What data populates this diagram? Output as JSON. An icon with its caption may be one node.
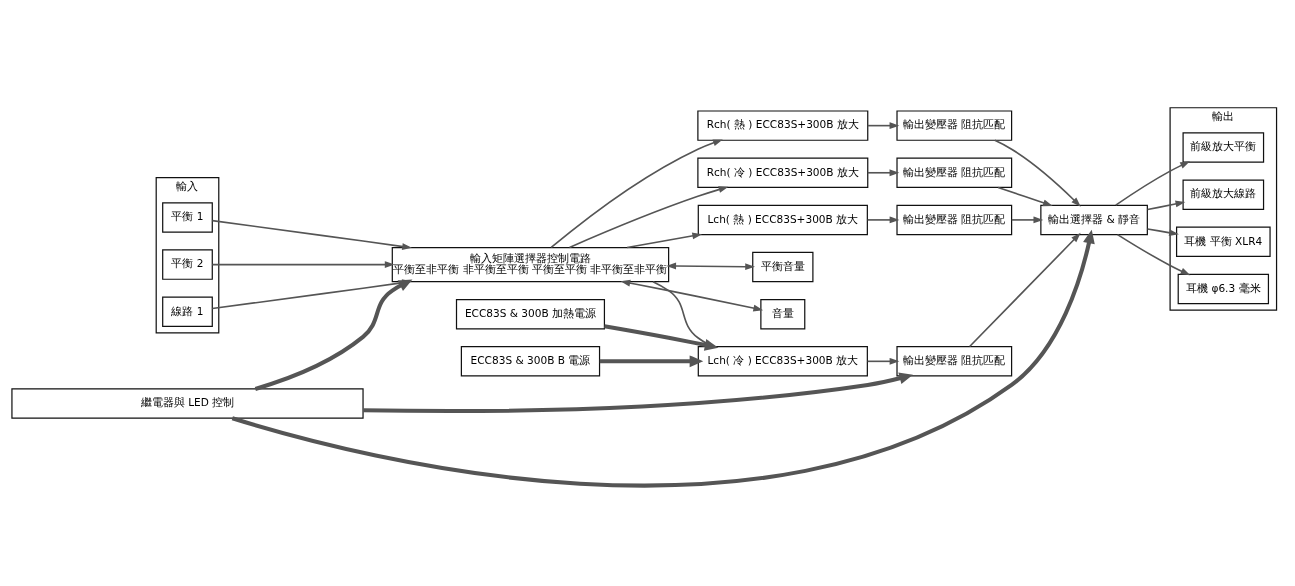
{
  "diagram": {
    "nodes": [
      {
        "text": [
          "輸入"
        ]
      },
      {
        "text": [
          "平衡 1"
        ],
        "in": 0
      },
      {
        "text": [
          "平衡 2"
        ],
        "in": 0
      },
      {
        "text": [
          "線路 1"
        ],
        "in": 0
      },
      {
        "text": [
          "輸入矩陣選擇器控制電路",
          "平衡至非平衡 非平衡至平衡 平衡至平衡 非平衡至非平衡"
        ]
      },
      {
        "text": [
          "Rch( 熱 ) ECC83S+300B 放大"
        ]
      },
      {
        "text": [
          "Rch( 冷 ) ECC83S+300B 放大"
        ]
      },
      {
        "text": [
          "Lch( 熱 ) ECC83S+300B 放大"
        ]
      },
      {
        "text": [
          "Lch( 冷 ) ECC83S+300B 放大"
        ]
      },
      {
        "text": [
          "輸出變壓器 阻抗匹配"
        ]
      },
      {
        "text": [
          "輸出變壓器 阻抗匹配"
        ]
      },
      {
        "text": [
          "輸出變壓器 阻抗匹配"
        ]
      },
      {
        "text": [
          "輸出變壓器 阻抗匹配"
        ]
      },
      {
        "text": [
          "輸出選擇器 & 靜音"
        ]
      },
      {
        "text": [
          "輸出"
        ]
      },
      {
        "text": [
          "前級放大平衡"
        ],
        "in": 14
      },
      {
        "text": [
          "前級放大線路"
        ],
        "in": 14
      },
      {
        "text": [
          "耳機 平衡 XLR4"
        ],
        "in": 14
      },
      {
        "text": [
          "耳機 φ6.3 毫米"
        ],
        "in": 14
      },
      {
        "text": [
          "平衡音量"
        ]
      },
      {
        "text": [
          "音量"
        ]
      },
      {
        "text": [
          "ECC83S & 300B 加熱電源"
        ]
      },
      {
        "text": [
          "ECC83S & 300B B 電源"
        ]
      },
      {
        "text": [
          "繼電器與 LED 控制"
        ]
      }
    ],
    "edges": [
      {
        "from": 1,
        "to": 4,
        "arrow": "to"
      },
      {
        "from": 2,
        "to": 4,
        "arrow": "to"
      },
      {
        "from": 3,
        "to": 4,
        "arrow": "to"
      },
      {
        "from": 4,
        "to": 5,
        "arrow": "to"
      },
      {
        "from": 4,
        "to": 6,
        "arrow": "to"
      },
      {
        "from": 4,
        "to": 7,
        "arrow": "to"
      },
      {
        "from": 4,
        "to": 8,
        "arrow": "to"
      },
      {
        "from": 5,
        "to": 9,
        "arrow": "to"
      },
      {
        "from": 6,
        "to": 10,
        "arrow": "to"
      },
      {
        "from": 7,
        "to": 11,
        "arrow": "to"
      },
      {
        "from": 8,
        "to": 12,
        "arrow": "to"
      },
      {
        "from": 9,
        "to": 13,
        "arrow": "to"
      },
      {
        "from": 10,
        "to": 13,
        "arrow": "to"
      },
      {
        "from": 11,
        "to": 13,
        "arrow": "to"
      },
      {
        "from": 12,
        "to": 13,
        "arrow": "to"
      },
      {
        "from": 13,
        "to": 15,
        "arrow": "to"
      },
      {
        "from": 13,
        "to": 16,
        "arrow": "to"
      },
      {
        "from": 13,
        "to": 17,
        "arrow": "to"
      },
      {
        "from": 13,
        "to": 18,
        "arrow": "to"
      },
      {
        "from": 4,
        "to": 19,
        "arrow": "both"
      },
      {
        "from": 4,
        "to": 20,
        "arrow": "both"
      },
      {
        "from": 21,
        "to": 8,
        "arrow": "to",
        "style": "thick"
      },
      {
        "from": 22,
        "to": 8,
        "arrow": "to",
        "style": "thick"
      },
      {
        "from": 23,
        "to": 4,
        "arrow": "to",
        "style": "thick"
      },
      {
        "from": 23,
        "to": 12,
        "arrow": "to",
        "style": "thick"
      },
      {
        "from": 23,
        "to": 13,
        "arrow": "to",
        "style": "thick"
      }
    ]
  }
}
